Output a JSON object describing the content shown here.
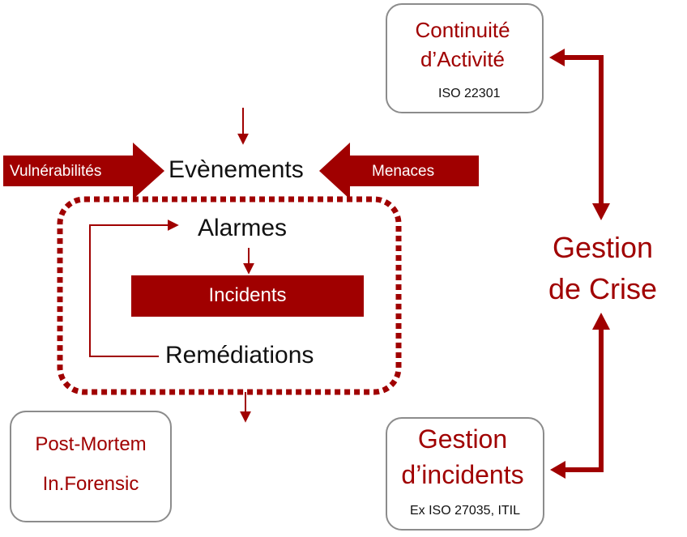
{
  "colors": {
    "accent": "#a00000",
    "box_border": "#8c8c8c",
    "text": "#111111"
  },
  "nodes": {
    "evenements": "Evènements",
    "alarmes": "Alarmes",
    "incidents": "Incidents",
    "remediations": "Remédiations",
    "vulnerabilites": "Vulnérabilités",
    "menaces": "Menaces"
  },
  "continuite": {
    "line1": "Continuité",
    "line2": "d’Activité",
    "standard": "ISO 22301"
  },
  "gestion_crise": {
    "line1": "Gestion",
    "line2": "de Crise"
  },
  "gestion_incidents": {
    "line1": "Gestion",
    "line2": "d’incidents",
    "standard": "Ex ISO 27035, ITIL"
  },
  "post_mortem": {
    "line1": "Post-Mortem",
    "line2": "In.Forensic"
  }
}
